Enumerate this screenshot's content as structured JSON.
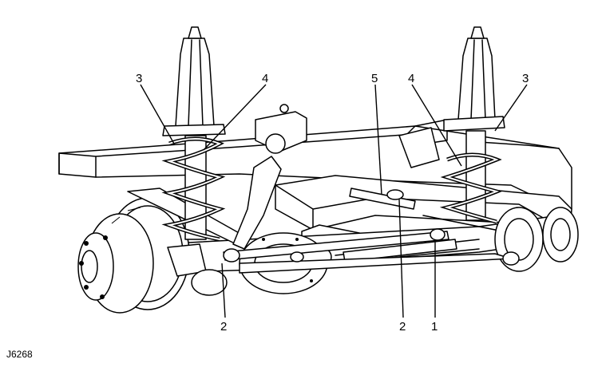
{
  "figure": {
    "reference_code": "J6268",
    "callouts": {
      "left_spring": "3",
      "left_seat": "4",
      "center_rod": "5",
      "right_seat": "4",
      "right_spring": "3",
      "left_lower": "2",
      "center_lower": "2",
      "right_lower": "1"
    }
  }
}
